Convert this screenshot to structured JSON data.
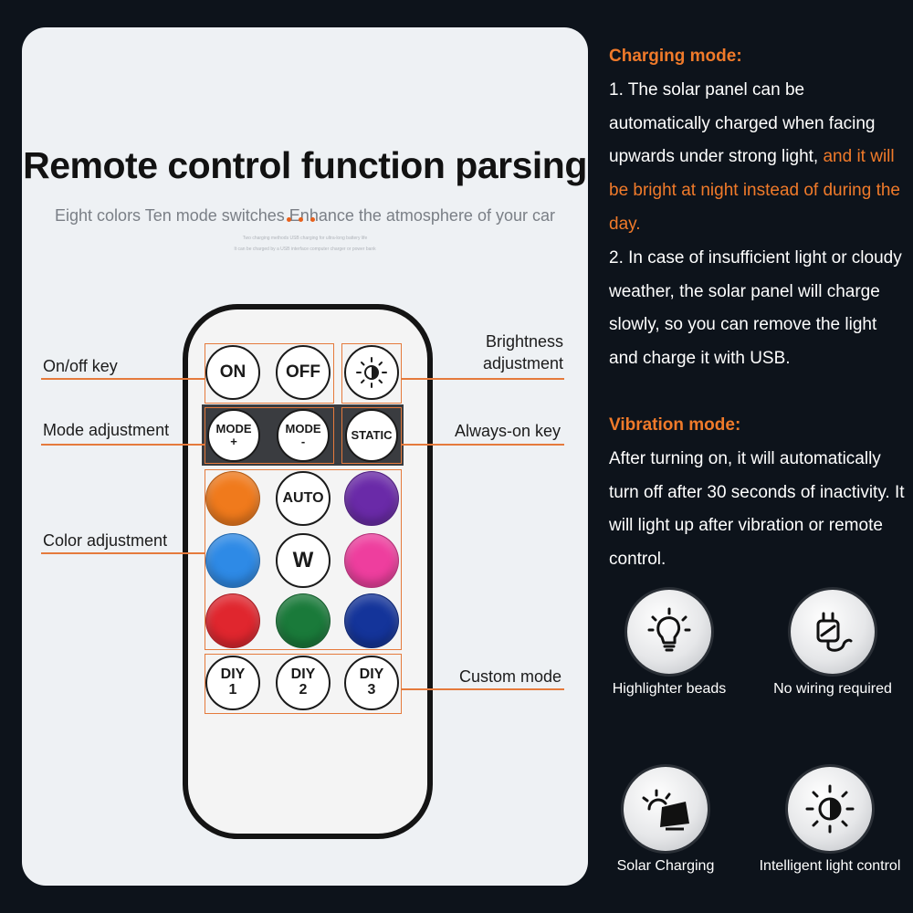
{
  "heading": {
    "title": "Remote control function parsing",
    "subtitle": "Eight colors Ten mode switches Enhance the atmosphere of your car",
    "tiny1": "Two charging methods USB charging for ultra-long battery life",
    "tiny2": "It can be charged by a USB interface computer charger or power bank"
  },
  "remote": {
    "on": "ON",
    "off": "OFF",
    "mode_plus_top": "MODE",
    "mode_plus_sign": "+",
    "mode_minus_top": "MODE",
    "mode_minus_sign": "-",
    "static": "STATIC",
    "auto": "AUTO",
    "w": "W",
    "diy_text": "DIY",
    "diy1": "1",
    "diy2": "2",
    "diy3": "3",
    "colors": {
      "orange": "#f07a1c",
      "purple": "#6a2aa8",
      "blue": "#2e8ae6",
      "pink": "#ee3e9e",
      "red": "#e0262e",
      "green": "#1a7a3a",
      "navy": "#14349a"
    }
  },
  "labels": {
    "onoff": "On/off key",
    "mode": "Mode adjustment",
    "color": "Color adjustment",
    "brightness1": "Brightness",
    "brightness2": "adjustment",
    "always_on": "Always-on key",
    "custom": "Custom mode"
  },
  "charging": {
    "heading": "Charging mode:",
    "p1_a": "1. The solar panel can be automatically charged when facing upwards under strong light, ",
    "p1_b": "and it will be bright at night instead of during the day.",
    "p2": "2. In case of insufficient light or cloudy weather, the solar panel will charge slowly, so you can remove the light and charge it with USB."
  },
  "vibration": {
    "heading": "Vibration mode:",
    "text": "After turning on, it will automatically turn off after 30 seconds of inactivity. It will light up after vibration or remote control."
  },
  "features": {
    "f1": "Highlighter beads",
    "f2": "No wiring required",
    "f3": "Solar Charging",
    "f4": "Intelligent light control"
  },
  "accent_color": "#f07a2a"
}
